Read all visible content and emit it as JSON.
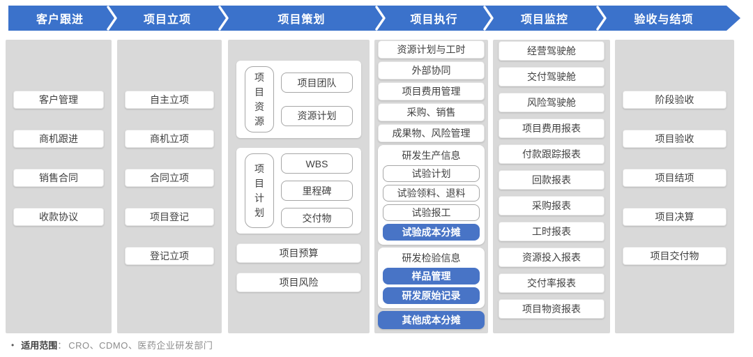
{
  "colors": {
    "header_blue": "#3B72CB",
    "button_blue": "#4874C6",
    "panel_gray": "#D9D9D9",
    "text_dark": "#3F3F3F",
    "outline_border": "#A6A6A6",
    "footnote_gray": "#8C8C8C"
  },
  "stages": [
    {
      "label": "客户跟进",
      "blocks": [
        {
          "type": "box",
          "label": "客户管理"
        },
        {
          "type": "box",
          "label": "商机跟进"
        },
        {
          "type": "box",
          "label": "销售合同"
        },
        {
          "type": "box",
          "label": "收款协议"
        }
      ]
    },
    {
      "label": "项目立项",
      "blocks": [
        {
          "type": "box",
          "label": "自主立项"
        },
        {
          "type": "box",
          "label": "商机立项"
        },
        {
          "type": "box",
          "label": "合同立项"
        },
        {
          "type": "box",
          "label": "项目登记"
        },
        {
          "type": "box",
          "label": "登记立项"
        }
      ]
    },
    {
      "label": "项目策划",
      "blocks": [
        {
          "type": "vgroup",
          "side": "项目资源",
          "items": [
            "项目团队",
            "资源计划"
          ]
        },
        {
          "type": "vgroup",
          "side": "项目计划",
          "items": [
            "WBS",
            "里程碑",
            "交付物"
          ]
        },
        {
          "type": "box",
          "label": "项目预算"
        },
        {
          "type": "box",
          "label": "项目风险"
        }
      ]
    },
    {
      "label": "项目执行",
      "blocks": [
        {
          "type": "box",
          "label": "资源计划与工时"
        },
        {
          "type": "box",
          "label": "外部协同"
        },
        {
          "type": "box",
          "label": "项目费用管理"
        },
        {
          "type": "box",
          "label": "采购、销售"
        },
        {
          "type": "box",
          "label": "成果物、风险管理"
        },
        {
          "type": "tgroup",
          "title": "研发生产信息",
          "items": [
            {
              "label": "试验计划",
              "style": "outline"
            },
            {
              "label": "试验领料、退料",
              "style": "outline"
            },
            {
              "label": "试验报工",
              "style": "outline"
            },
            {
              "label": "试验成本分摊",
              "style": "solid"
            }
          ]
        },
        {
          "type": "tgroup",
          "title": "研发检验信息",
          "items": [
            {
              "label": "样品管理",
              "style": "solid"
            },
            {
              "label": "研发原始记录",
              "style": "solid"
            }
          ]
        },
        {
          "type": "box",
          "label": "其他成本分摊",
          "style": "solid"
        }
      ]
    },
    {
      "label": "项目监控",
      "blocks": [
        {
          "type": "box",
          "label": "经营驾驶舱"
        },
        {
          "type": "box",
          "label": "交付驾驶舱"
        },
        {
          "type": "box",
          "label": "风险驾驶舱"
        },
        {
          "type": "box",
          "label": "项目费用报表"
        },
        {
          "type": "box",
          "label": "付款跟踪报表"
        },
        {
          "type": "box",
          "label": "回款报表"
        },
        {
          "type": "box",
          "label": "采购报表"
        },
        {
          "type": "box",
          "label": "工时报表"
        },
        {
          "type": "box",
          "label": "资源投入报表"
        },
        {
          "type": "box",
          "label": "交付率报表"
        },
        {
          "type": "box",
          "label": "项目物资报表"
        }
      ]
    },
    {
      "label": "验收与结项",
      "blocks": [
        {
          "type": "box",
          "label": "阶段验收"
        },
        {
          "type": "box",
          "label": "项目验收"
        },
        {
          "type": "box",
          "label": "项目结项"
        },
        {
          "type": "box",
          "label": "项目决算"
        },
        {
          "type": "box",
          "label": "项目交付物"
        }
      ]
    }
  ],
  "footnote": {
    "bullet": "•",
    "label": "适用范围",
    "separator": "：",
    "text": "CRO、CDMO、医药企业研发部门"
  }
}
